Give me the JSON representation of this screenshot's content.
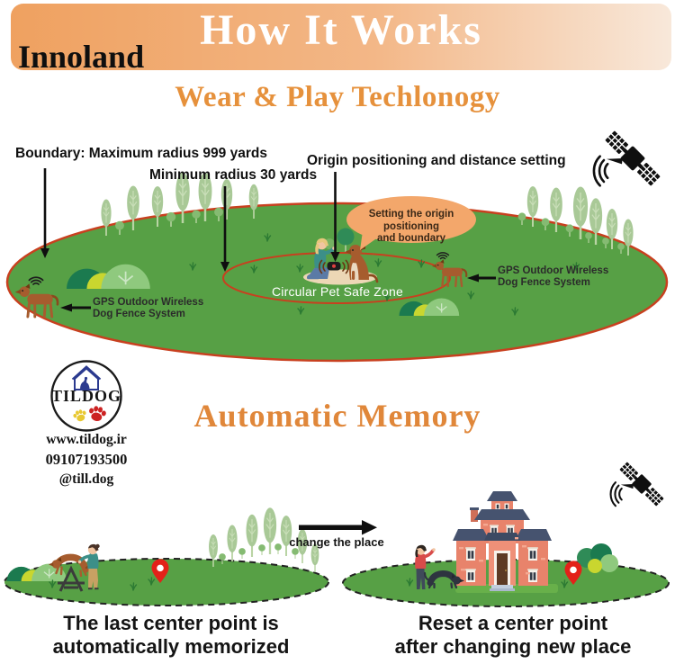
{
  "header": {
    "brand": "Innoland",
    "title": "How It Works",
    "subtitle": "Wear & Play Techlonogy"
  },
  "diagram": {
    "labels": {
      "boundary_max": "Boundary: Maximum radius 999 yards",
      "min_radius": "Minimum radius 30 yards",
      "origin": "Origin positioning and distance setting"
    },
    "bubble": {
      "line1": "Setting the origin positioning",
      "line2": "and boundary"
    },
    "safe_zone_label": "Circular Pet Safe Zone",
    "gps_left": {
      "line1": "GPS Outdoor Wireless",
      "line2": "Dog Fence System"
    },
    "gps_right": {
      "line1": "GPS Outdoor Wireless",
      "line2": "Dog Fence System"
    }
  },
  "brand_box": {
    "logo_text": "TILDOG",
    "website": "www.tildog.ir",
    "phone": "09107193500",
    "social": "@till.dog"
  },
  "memory_section": {
    "heading": "Automatic Memory",
    "arrow_label": "change the place",
    "left_caption": {
      "line1": "The last center point is",
      "line2": "automatically memorized"
    },
    "right_caption": {
      "line1": "Reset a center point",
      "line2": "after changing new place"
    }
  },
  "icons": {
    "satellite": "satellite-icon",
    "location_pin": "location-pin-icon",
    "dog_house_logo": "dog-house-icon",
    "paw_print": "paw-print-icon",
    "signal_waves": "signal-waves-icon",
    "gps_collar": "gps-collar-icon"
  },
  "colors": {
    "banner_orange": "#efa160",
    "heading_orange": "#e6913c",
    "memory_orange": "#e0873a",
    "field_green": "#57a045",
    "zone_border_red": "#c8401f",
    "bubble_orange": "#f3a76b",
    "pin_red": "#e32119",
    "logo_navy": "#2b3a8f",
    "paw_yellow": "#e8c832",
    "paw_red": "#cc2222",
    "house_wall": "#e8836b",
    "house_roof": "#46536f"
  }
}
